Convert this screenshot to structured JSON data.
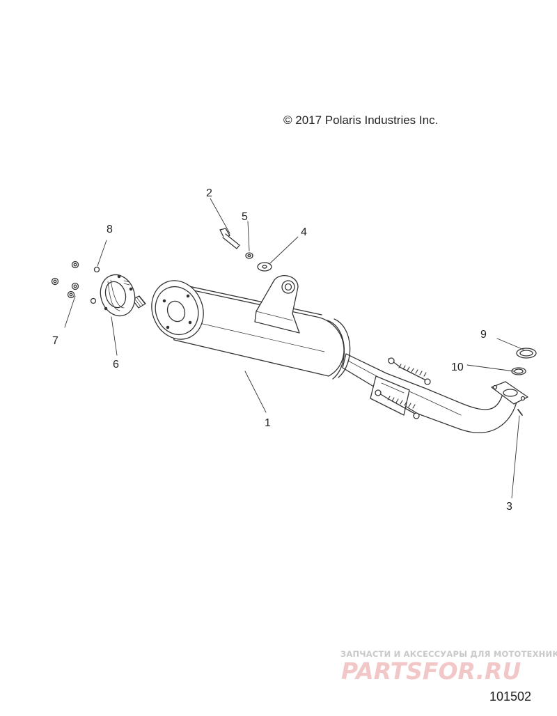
{
  "copyright": "© 2017 Polaris Industries Inc.",
  "diagram_id": "101502",
  "watermark": {
    "tagline": "ЗАПЧАСТИ И АКСЕССУАРЫ ДЛЯ МОТОТЕХНИКИ",
    "brand": "PARTSFOR.RU"
  },
  "callouts": {
    "c1": "1",
    "c2": "2",
    "c3": "3",
    "c4": "4",
    "c5": "5",
    "c6": "6",
    "c7": "7",
    "c8": "8",
    "c9": "9",
    "c10": "10"
  },
  "colors": {
    "line": "#333333",
    "watermark_text": "#c9c9c9",
    "watermark_brand": "#f2c7c7"
  }
}
